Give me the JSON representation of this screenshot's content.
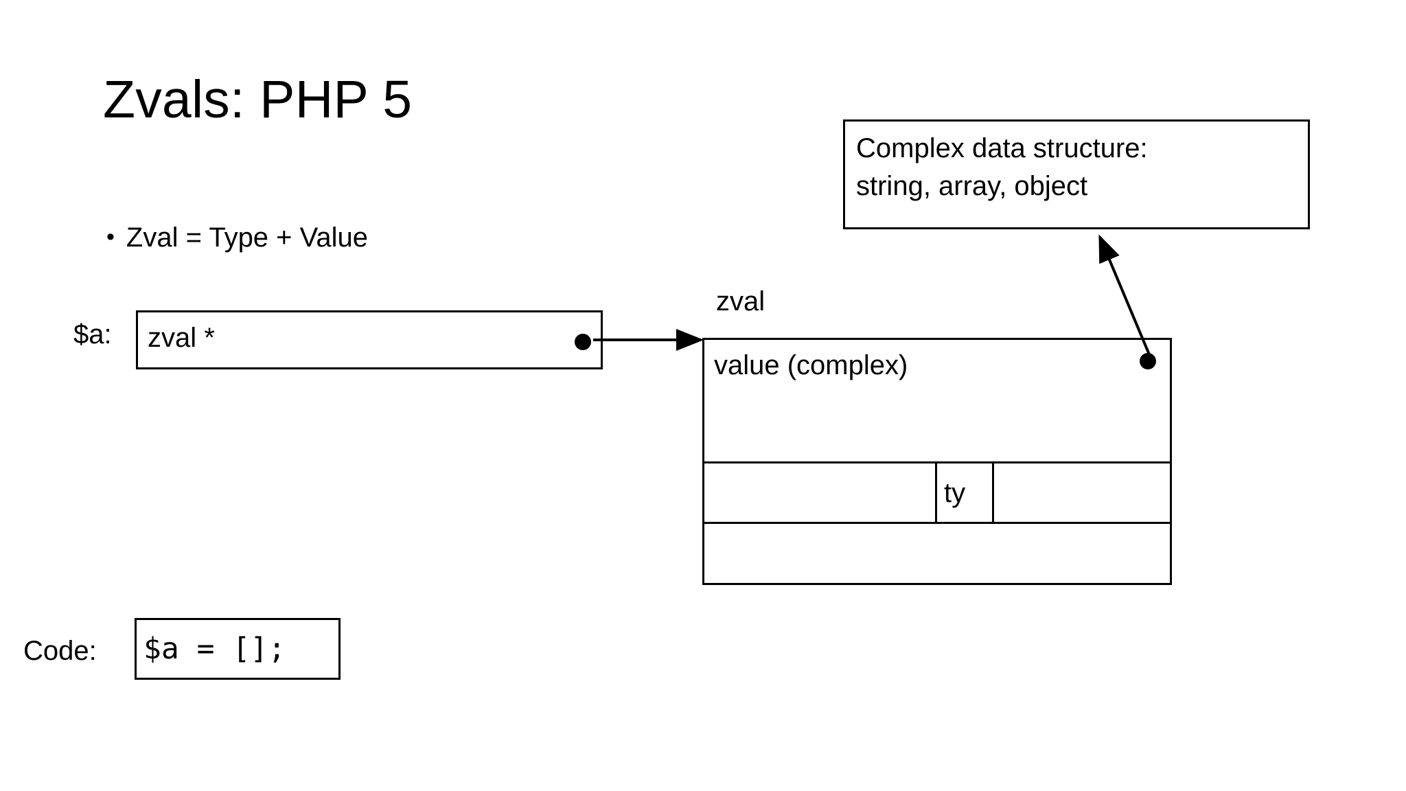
{
  "slide": {
    "title": "Zvals: PHP 5",
    "background_color": "#ffffff",
    "ink_color": "#000000"
  },
  "bullets": [
    {
      "marker": "•",
      "text": "Zval = Type + Value"
    }
  ],
  "variable": {
    "label": "$a:",
    "box_text": "zval *",
    "pointer_dot": "filled-dot"
  },
  "zval_struct": {
    "caption": "zval",
    "rows": [
      {
        "name": "value-row",
        "text": "value (complex)",
        "pointer_dot": "filled-dot"
      },
      {
        "name": "type-row",
        "cells": [
          "",
          "ty",
          ""
        ]
      },
      {
        "name": "empty-row",
        "text": ""
      }
    ]
  },
  "callout": {
    "lines": [
      "Complex data structure:",
      "string, array, object"
    ]
  },
  "code": {
    "label": "Code:",
    "snippet": "$a = [];"
  },
  "arrows": [
    {
      "name": "var-to-zval",
      "from": "variable-pointer-dot",
      "to": "zval-box-left-edge",
      "style": "solid-line-with-filled-head"
    },
    {
      "name": "zval-value-to-callout",
      "from": "zval-value-dot",
      "to": "callout-box-bottom",
      "style": "solid-line-with-filled-head"
    }
  ]
}
